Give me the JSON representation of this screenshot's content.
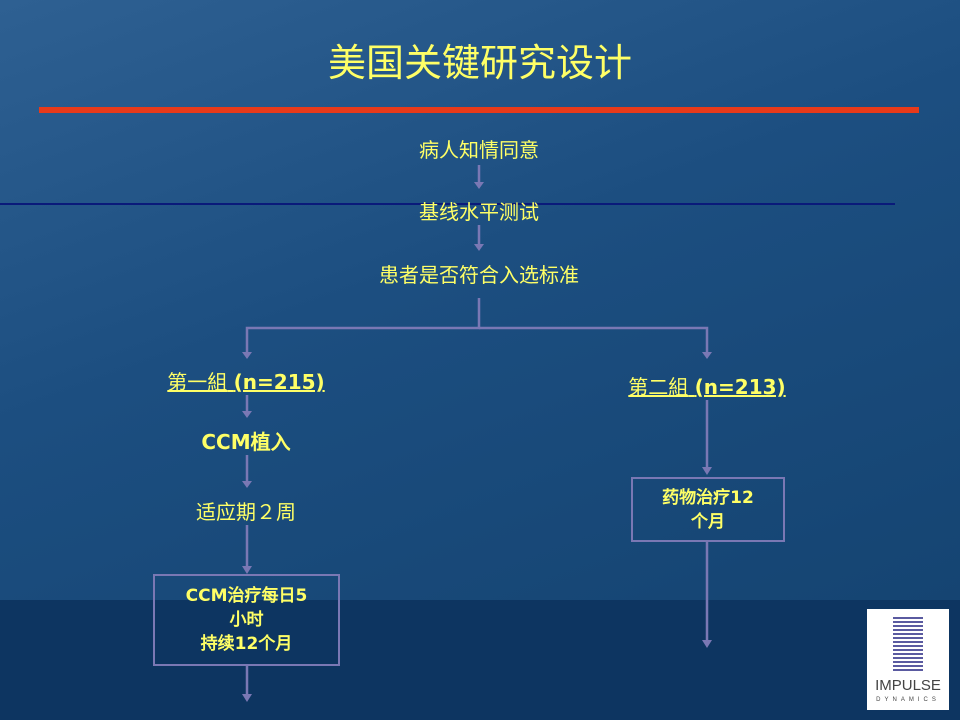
{
  "title": "美国关键研究设计",
  "steps": {
    "consent": "病人知情同意",
    "baseline": "基线水平测试",
    "eligibility": "患者是否符合入选标准"
  },
  "group1": {
    "label": "第一組",
    "n": "(n=215)",
    "step1": "CCM植入",
    "step2": "适应期２周",
    "box_line1": "CCM治疗每日5",
    "box_line2": "小时",
    "box_line3": "持续12个月"
  },
  "group2": {
    "label": "第二組",
    "n": "(n=213)",
    "box_line1": "药物治疗12",
    "box_line2": "个月"
  },
  "logo": {
    "name": "IMPULSE",
    "sub": "DYNAMICS"
  },
  "colors": {
    "text": "#ffff66",
    "red_rule": "#e83a1a",
    "blue_rule": "#0a1a7a",
    "connector": "#7a78b4"
  }
}
